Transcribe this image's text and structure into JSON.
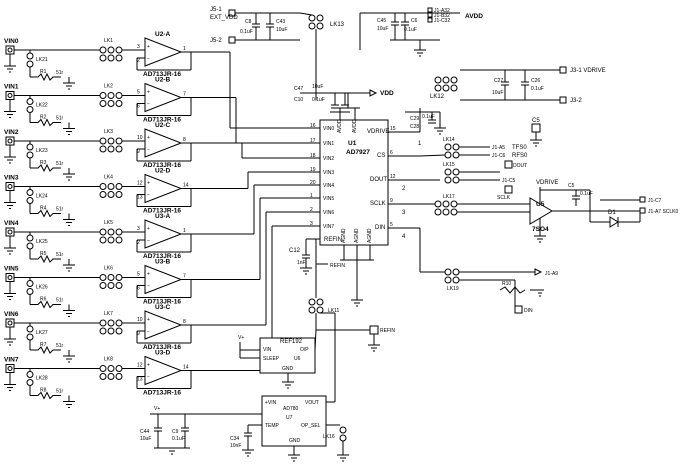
{
  "title": "",
  "top": {
    "j5_1": "J5-1",
    "ext_vdd": "EXT_VDD",
    "j5_2": "J5-2",
    "avdd": "AVDD",
    "c8": "C8",
    "c8_val": "0.1uF",
    "c43": "C43",
    "c43_val": "10uF",
    "lk13": "LK13",
    "c45": "C45",
    "c45_val": "10uF",
    "c6": "C6",
    "c6_val": "0.1uF",
    "j1_a32": "J1-A32",
    "j1_b32": "J1-B32",
    "j1_c32": "J1-C32",
    "c47": "C47",
    "c47_val": "10uF",
    "c10": "C10",
    "c10_val": "0.1uF",
    "vdd": "VDD",
    "c27": "C27",
    "c27_val": "10uF",
    "c26": "C26",
    "c26_val": "0.1uF",
    "j3_1": "J3-1 VDRIVE",
    "j3_2": "J3-2",
    "lk12": "LK12"
  },
  "inputs": {
    "vin_labels": [
      "VIN0",
      "VIN1",
      "VIN2",
      "VIN3",
      "VIN4",
      "VIN5",
      "VIN6",
      "VIN7"
    ],
    "r_labels": [
      "R1",
      "R2",
      "R3",
      "R4",
      "R5",
      "R6",
      "R7",
      "R8"
    ],
    "r_value": "51r",
    "lk_in": [
      "LK21",
      "LK22",
      "LK23",
      "LK24",
      "LK25",
      "LK26",
      "LK27",
      "LK28"
    ],
    "lk_buf": [
      "LK1",
      "LK2",
      "LK3",
      "LK4",
      "LK5",
      "LK6",
      "LK7",
      "LK8"
    ],
    "opamp_names": [
      "U2-A",
      "U2-B",
      "U2-C",
      "U2-D",
      "U3-A",
      "U3-B",
      "U3-C",
      "U3-D"
    ],
    "opamp_part": "AD713JR-16",
    "pin_plus": [
      "3",
      "5",
      "10",
      "12",
      "3",
      "5",
      "10",
      "12"
    ],
    "pin_minus": [
      "2",
      "6",
      "9",
      "13",
      "2",
      "6",
      "9",
      "13"
    ],
    "pin_out": [
      "1",
      "7",
      "8",
      "14",
      "1",
      "7",
      "8",
      "14"
    ]
  },
  "adc": {
    "name": "U1",
    "part": "AD7927",
    "left_pins": [
      "VIN0",
      "VIN1",
      "VIN2",
      "VIN3",
      "VIN4",
      "VIN5",
      "VIN6",
      "VIN7"
    ],
    "left_nums": [
      "16",
      "17",
      "18",
      "19",
      "20",
      "1",
      "2",
      "3"
    ],
    "refin": "REFIN",
    "refin_num": "4",
    "vdrive": "VDRIVE",
    "vdrive_num": "15",
    "cs": "CS",
    "cs_num": "6",
    "dout": "DOUT",
    "dout_num": "12",
    "sclk": "SCLK",
    "sclk_num": "9",
    "din": "DIN",
    "din_num": "5",
    "avdd_pins": [
      "AVDD",
      "AVDD"
    ],
    "agnd_pins": [
      "AGND",
      "AGND",
      "AGND"
    ]
  },
  "right": {
    "c28": "C28",
    "c28_val": "0.1uF",
    "c29": "C29",
    "lk14": "LK14",
    "j1_a5": "J1-A5",
    "j1_c6": "J1-C6",
    "tfs0": "TFS0",
    "rfs0": "RFS0",
    "lk15": "LK15",
    "cs_tp": "CS",
    "dout_tp": "DOUT",
    "j1_c5": "J1-C5",
    "sclk_tp": "SCLK",
    "lk17": "LK17",
    "vdrive_lbl": "VDRIVE",
    "c5": "C5",
    "c5_val": "0.1uF",
    "u5": "U5",
    "u5_part": "7SO4",
    "j1_c7": "J1-C7",
    "j1_a7": "J1-A7 SCLK0",
    "d1": "D1",
    "lk19": "LK19",
    "j1_a9": "J1-A9",
    "r10": "R10",
    "din_tp": "DIN",
    "tp_labels": [
      "1",
      "2",
      "3",
      "4"
    ]
  },
  "ref": {
    "c12": "C12",
    "c12_val": "1nF",
    "refin_lbl": "REFIN",
    "lk11": "LK11",
    "refin_tp": "REFIN",
    "ref192": "REF192",
    "u6": "U6",
    "vin": "VIN",
    "sleep": "SLEEP",
    "op": "O/P",
    "gnd": "GND",
    "v_plus": "V+",
    "ad780": "AD780",
    "u7": "U7",
    "pvin": "+VIN",
    "vout": "VOUT",
    "temp": "TEMP",
    "op_sel": "OP_SEL",
    "gnd2": "GND",
    "c44": "C44",
    "c44_val": "10uF",
    "c9": "C9",
    "c9_val": "0.1uF",
    "c34": "C34",
    "c34_val": "10nF",
    "lk16": "LK16",
    "vplus2": "V+"
  }
}
